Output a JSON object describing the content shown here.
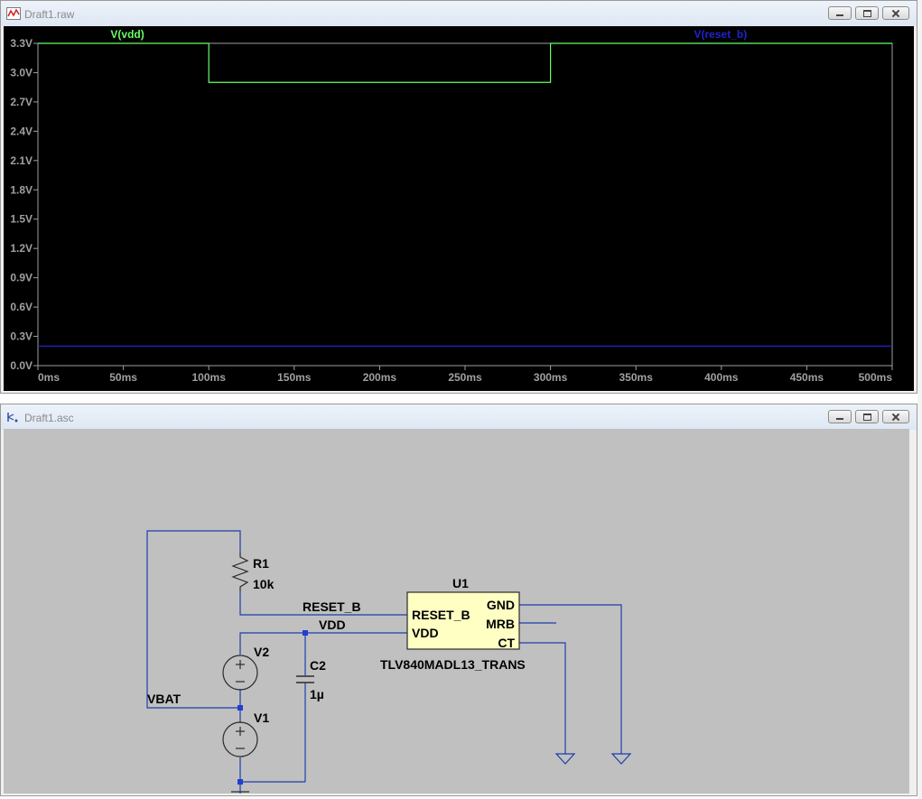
{
  "plot_window": {
    "title": "Draft1.raw",
    "icon": "waveform-icon"
  },
  "schematic_window": {
    "title": "Draft1.asc",
    "icon": "schematic-icon"
  },
  "colors": {
    "plot_bg": "#000000",
    "axis": "#a0a0a0",
    "trace_vdd": "#66ff66",
    "trace_reset_b": "#2222cc",
    "schematic_bg": "#c0c0c0",
    "wire": "#1e3ea8",
    "junction": "#1f3fd0",
    "component": "#2a2a2a",
    "ic_fill": "#ffffc4"
  },
  "chart_data": {
    "type": "line",
    "xlabel": "",
    "ylabel": "",
    "x_unit": "ms",
    "y_unit": "V",
    "xlim": [
      0,
      500
    ],
    "ylim": [
      0,
      3.3
    ],
    "x_ticks": [
      "0ms",
      "50ms",
      "100ms",
      "150ms",
      "200ms",
      "250ms",
      "300ms",
      "350ms",
      "400ms",
      "450ms",
      "500ms"
    ],
    "y_ticks": [
      "0.0V",
      "0.3V",
      "0.6V",
      "0.9V",
      "1.2V",
      "1.5V",
      "1.8V",
      "2.1V",
      "2.4V",
      "2.7V",
      "3.0V",
      "3.3V"
    ],
    "legend_placement": "top",
    "grid": false,
    "series": [
      {
        "name": "V(vdd)",
        "color": "#66ff66",
        "x": [
          0,
          100,
          100,
          300,
          300,
          500
        ],
        "y": [
          3.3,
          3.3,
          2.9,
          2.9,
          3.3,
          3.3
        ]
      },
      {
        "name": "V(reset_b)",
        "color": "#2222cc",
        "x": [
          0,
          500
        ],
        "y": [
          0.2,
          0.2
        ]
      }
    ]
  },
  "schematic": {
    "r1": {
      "ref": "R1",
      "value": "10k"
    },
    "c2": {
      "ref": "C2",
      "value": "1µ"
    },
    "v1": {
      "ref": "V1"
    },
    "v2": {
      "ref": "V2"
    },
    "u1": {
      "ref": "U1",
      "part": "TLV840MADL13_TRANS",
      "pins_left": [
        "RESET_B",
        "VDD"
      ],
      "pins_right": [
        "GND",
        "MRB",
        "CT"
      ]
    },
    "nets": {
      "reset_b": "RESET_B",
      "vdd": "VDD",
      "vbat": "VBAT"
    }
  }
}
